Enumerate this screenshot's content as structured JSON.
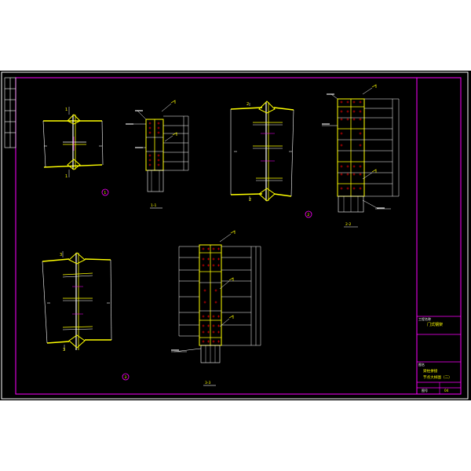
{
  "drawing": {
    "colors": {
      "paper": "#ffffff",
      "background": "#000000",
      "border": "#ff00ff",
      "outer_frame": "#ffffff",
      "detail": "#ffffff",
      "weld": "#ffff00",
      "bolt": "#ff0000",
      "label": "#ffff00",
      "callout": "#ff00ff"
    },
    "section_marks": {
      "s1_top": "1",
      "s1_bottom": "1",
      "s2_top": "2",
      "s2_bottom": "2",
      "s3_top": "3",
      "s3_bottom": "3"
    },
    "detail_numbers": {
      "d1": "1",
      "d2": "2",
      "d3": "3"
    },
    "view_titles": {
      "v1": "1-1",
      "v2": "2-2",
      "v3": "3-3"
    },
    "title_block": {
      "project_label": "工程名称",
      "project_name": "门式钢架",
      "drawing_label": "图名",
      "drawing_line1": "梁柱拼接",
      "drawing_line2": "节点大样图（二）",
      "sheet_label": "图号",
      "sheet_no": "04"
    }
  }
}
